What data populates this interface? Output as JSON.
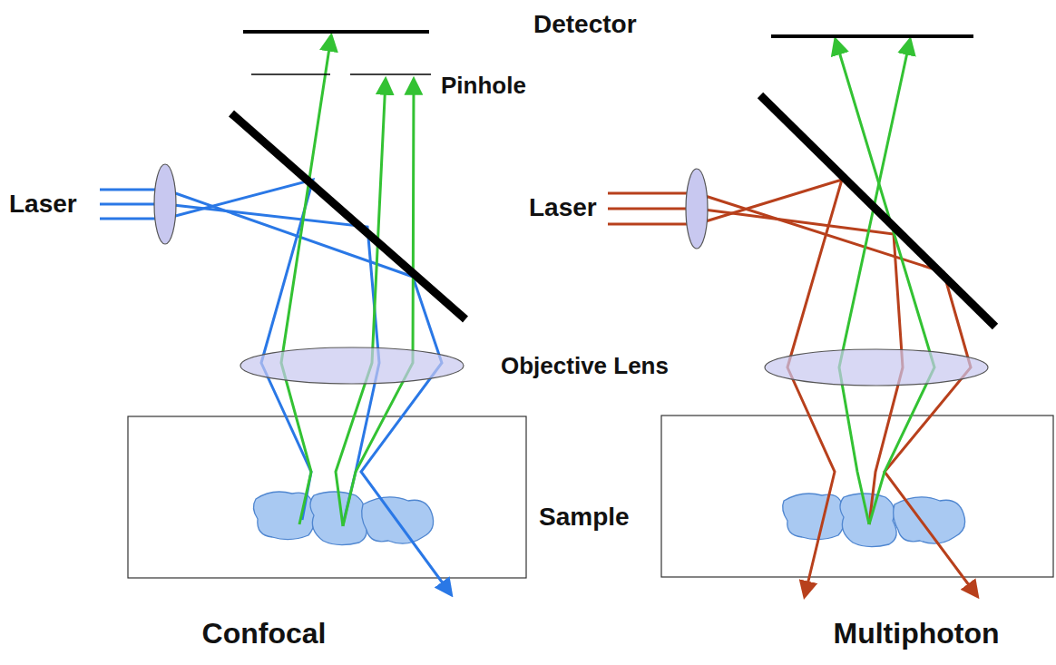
{
  "diagram": {
    "labels": [
      "Detector",
      "Pinhole",
      "Laser",
      "Laser",
      "Objective Lens",
      "Sample",
      "Confocal",
      "Multiphoton"
    ]
  }
}
